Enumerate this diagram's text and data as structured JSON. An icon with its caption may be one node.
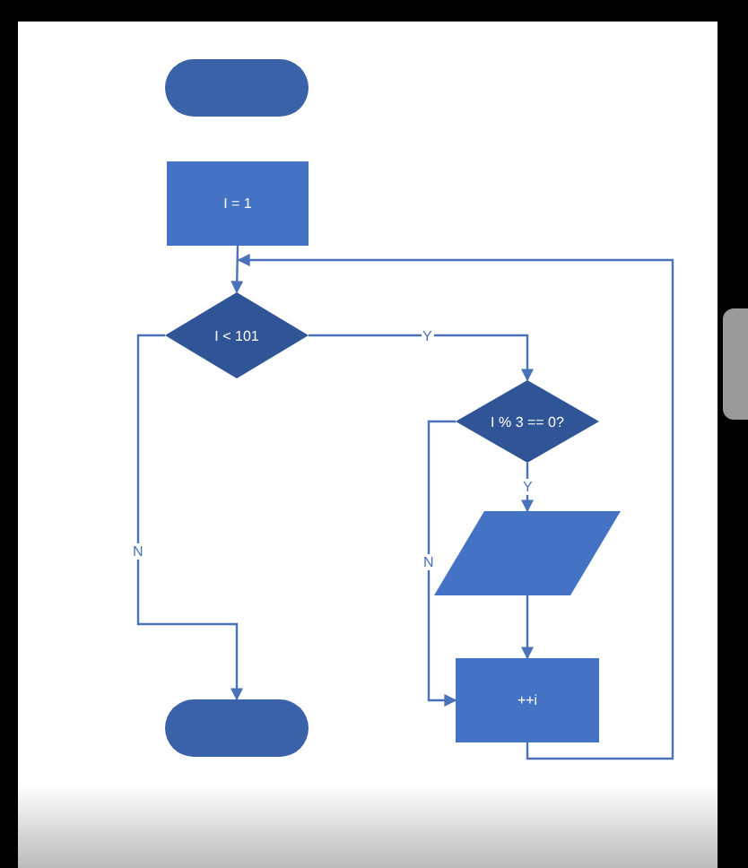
{
  "diagram": {
    "nodes": [
      {
        "text": [],
        "shape": "oval"
      },
      {
        "text": [
          "I = 1"
        ]
      },
      {
        "text": [
          "I < 101"
        ]
      },
      {
        "text": [
          "I % 3 == 0?"
        ]
      },
      {
        "text": [],
        "shape": "parallelogram"
      },
      {
        "text": [
          "++i"
        ]
      },
      {
        "text": [],
        "shape": "oval"
      }
    ],
    "edges": [
      {
        "from": 1,
        "to": 2,
        "arrow": "to"
      },
      {
        "from": 2,
        "to": 3,
        "arrow": "to",
        "label": "Y"
      },
      {
        "from": 2,
        "to": 6,
        "arrow": "to",
        "label": "N"
      },
      {
        "from": 3,
        "to": 4,
        "arrow": "to",
        "label": "Y"
      },
      {
        "from": 3,
        "to": 5,
        "arrow": "to",
        "label": "N"
      },
      {
        "from": 4,
        "to": 5,
        "arrow": "to"
      },
      {
        "from": 5,
        "to": 2,
        "arrow": "to"
      }
    ]
  }
}
